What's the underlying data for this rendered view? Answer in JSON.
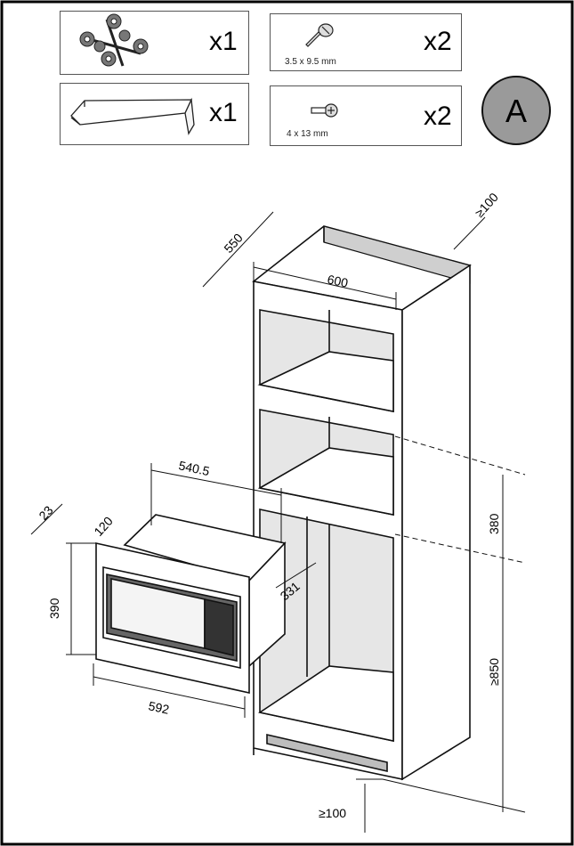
{
  "parts": [
    {
      "name": "burner-grate",
      "qty": "x1"
    },
    {
      "name": "screw",
      "qty": "x2",
      "size": "3.5 x 9.5 mm"
    },
    {
      "name": "trim-strip",
      "qty": "x1"
    },
    {
      "name": "screw-washer",
      "qty": "x2",
      "size": "4 x 13 mm"
    }
  ],
  "badge": "A",
  "dimensions": {
    "cabinet_depth": "550",
    "cabinet_width": "600",
    "rear_clearance": "≥100",
    "appliance_depth": "540.5",
    "front_offset": "23",
    "frame_depth": "120",
    "appliance_height": "390",
    "side_depth": "331",
    "appliance_width": "592",
    "niche_height": "380",
    "floor_to_niche": "≥850",
    "bottom_clearance": "≥100"
  },
  "colors": {
    "badge_fill": "#9a9a9a",
    "line": "#111111",
    "panel_fill": "#e8e8e8"
  }
}
